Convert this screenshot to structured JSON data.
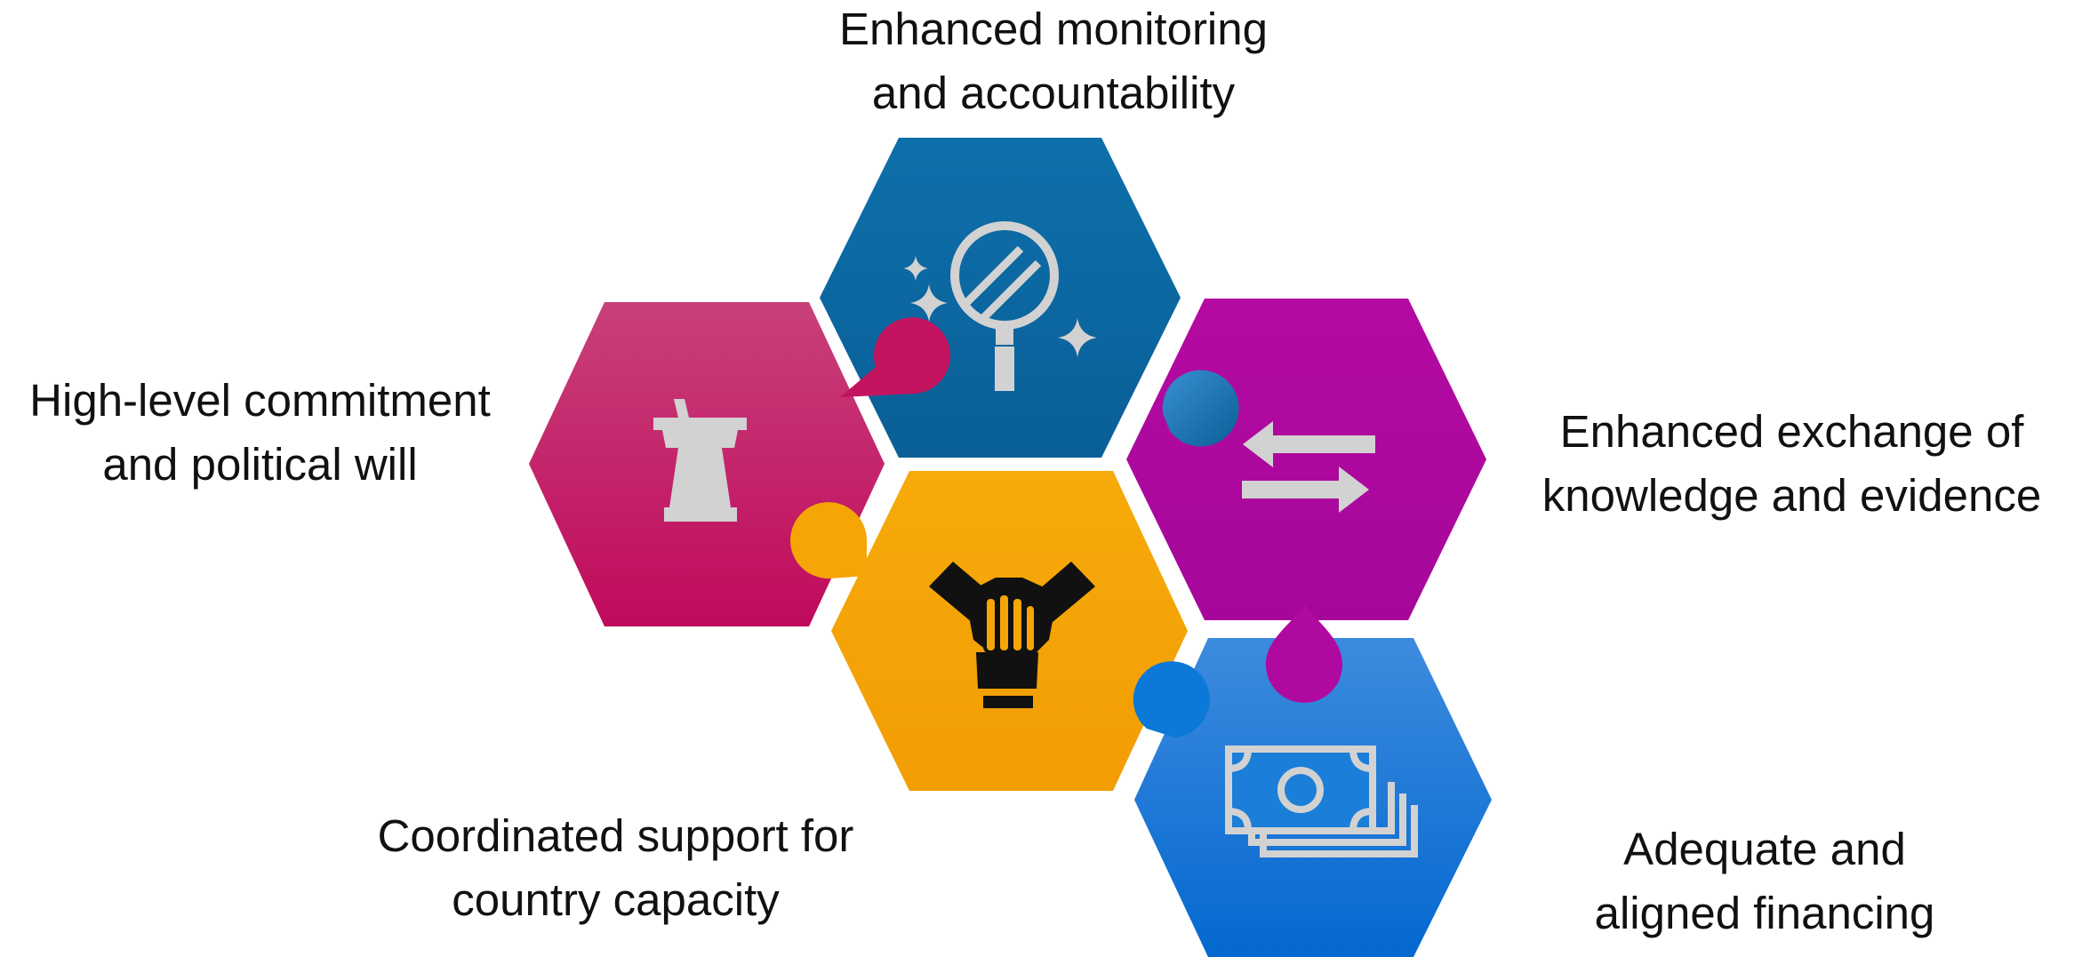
{
  "labels": {
    "monitoring": {
      "line1": "Enhanced monitoring",
      "line2": "and accountability"
    },
    "commitment": {
      "line1": "High-level commitment",
      "line2": "and political will"
    },
    "exchange": {
      "line1": "Enhanced exchange of",
      "line2": "knowledge and evidence"
    },
    "coordinated": {
      "line1": "Coordinated support for",
      "line2": "country capacity"
    },
    "financing": {
      "line1": "Adequate and",
      "line2": "aligned financing"
    }
  },
  "hexagons": {
    "monitoring": {
      "color": "#0A6BA6",
      "icon": "magnifier-sparkle-icon"
    },
    "commitment": {
      "color": "#C2145F",
      "icon": "podium-icon"
    },
    "exchange": {
      "color": "#B0099F",
      "icon": "exchange-arrows-icon"
    },
    "coordinated": {
      "color": "#F5A506",
      "icon": "joined-hands-icon"
    },
    "financing": {
      "color": "#0C78D8",
      "icon": "money-stack-icon"
    }
  },
  "icon_color": "#D2D2D2"
}
